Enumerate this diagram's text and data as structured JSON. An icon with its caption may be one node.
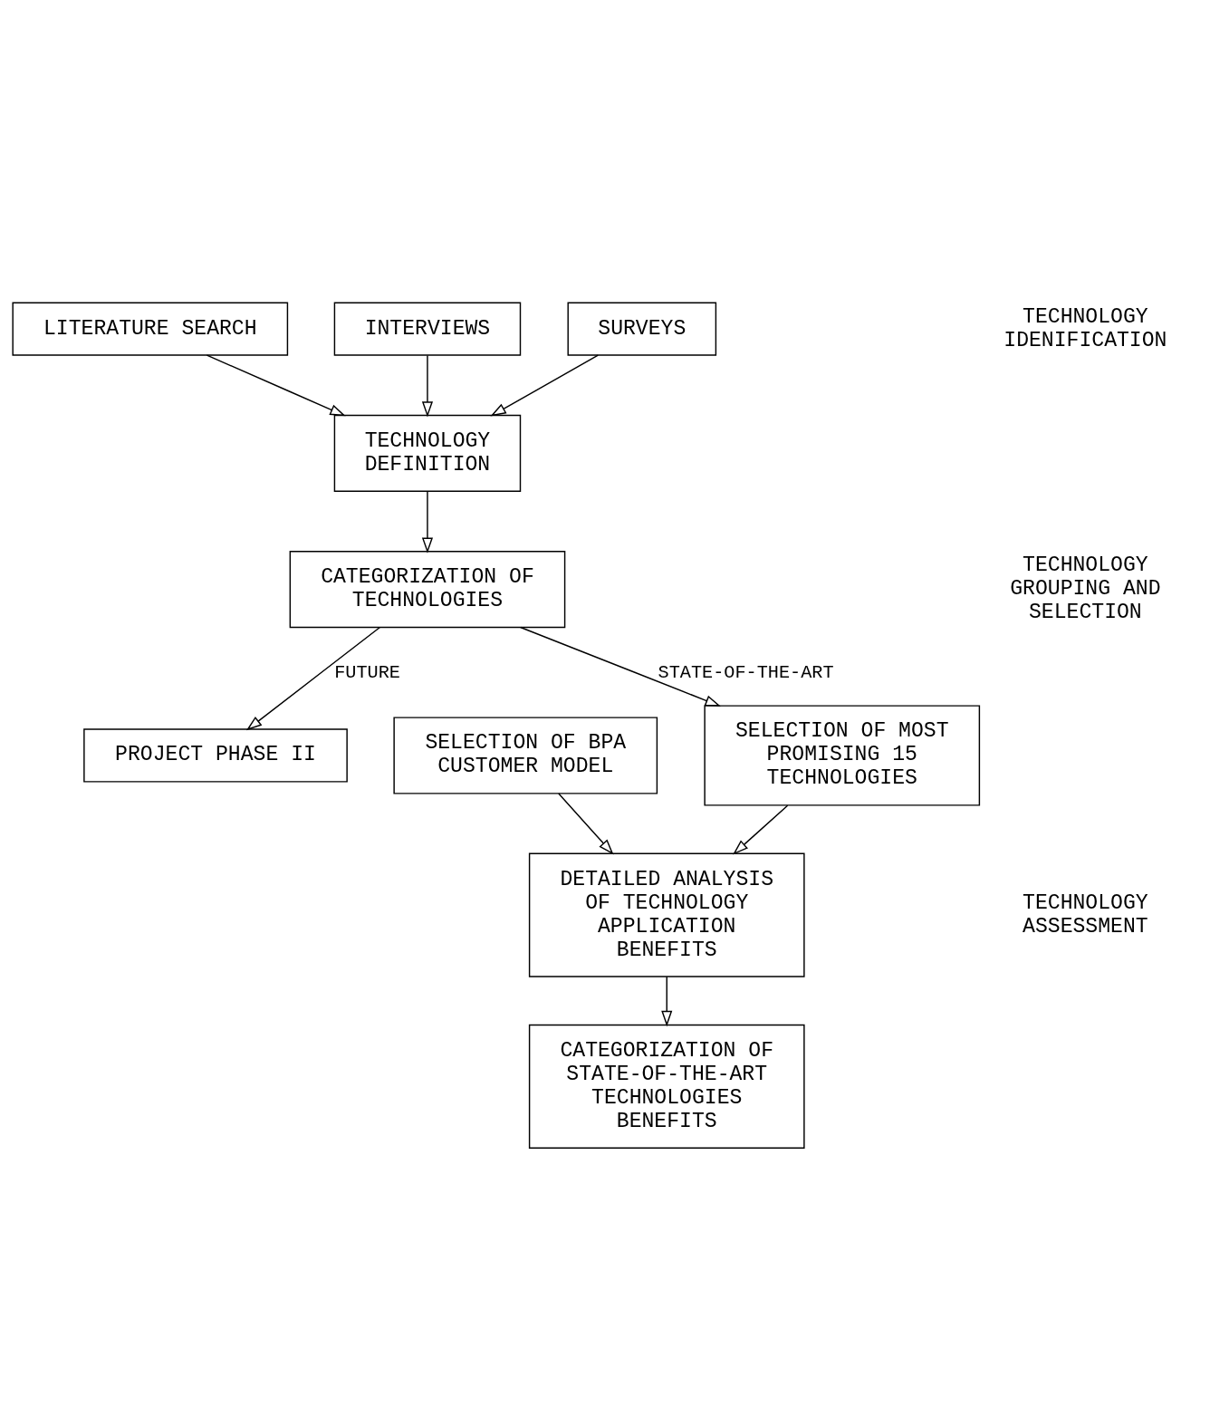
{
  "diagram": {
    "nodes": [
      {
        "text": [
          "INTERVIEWS"
        ]
      },
      {
        "text": [
          "LITERATURE SEARCH"
        ]
      },
      {
        "text": [
          "SURVEYS"
        ]
      },
      {
        "text": [
          "TECHNOLOGY DEFINITION"
        ]
      },
      {
        "text": [
          "CATEGORIZATION OF TECHNOLOGIES"
        ]
      },
      {
        "text": [
          "SELECTION OF MOST PROMISING 15 TECHNOLOGIES"
        ]
      },
      {
        "text": [
          "PROJECT PHASE II"
        ]
      },
      {
        "text": [
          "DETAILED ANALYSIS OF TECHNOLOGY APPLICATION BENEFITS"
        ]
      },
      {
        "text": [
          "SELECTION OF BPA CUSTOMER MODEL"
        ]
      },
      {
        "text": [
          "CATEGORIZATION OF STATE-OF-THE-ART TECHNOLOGIES BENEFITS"
        ]
      }
    ],
    "edges": [
      {
        "from": 1,
        "to": 3,
        "arrow": "to"
      },
      {
        "from": 0,
        "to": 3,
        "arrow": "to"
      },
      {
        "from": 2,
        "to": 3,
        "arrow": "to"
      },
      {
        "from": 3,
        "to": 4,
        "arrow": "to"
      },
      {
        "from": 4,
        "to": 5,
        "arrow": "to",
        "label": "STATE-OF-THE-ART"
      },
      {
        "from": 4,
        "to": 6,
        "arrow": "to",
        "label": "FUTURE"
      },
      {
        "from": 5,
        "to": 7,
        "arrow": "to"
      },
      {
        "from": 8,
        "to": 7,
        "arrow": "to"
      },
      {
        "from": 7,
        "to": 9,
        "arrow": "to"
      }
    ],
    "labels": [
      "TECHNOLOGY IDENIFICATION",
      "TECHNOLOGY GROUPING AND SELECTION",
      "TECHNOLOGY ASSESSMENT"
    ]
  }
}
